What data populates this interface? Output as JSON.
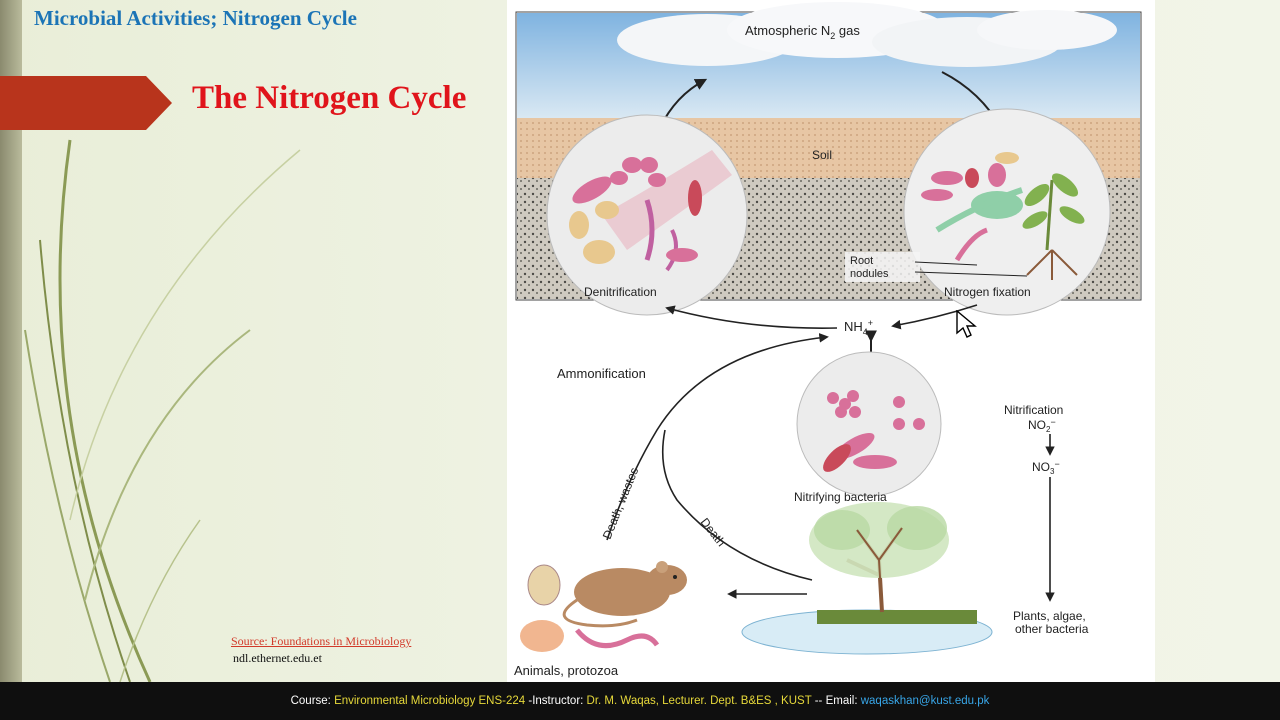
{
  "slide": {
    "header_title": "Microbial Activities; Nitrogen Cycle",
    "title": "The Nitrogen Cycle",
    "source_link": "Source: Foundations in Microbiology",
    "source_site": "ndl.ethernet.edu.et"
  },
  "diagram": {
    "atmosphere_label": "Atmospheric N",
    "atmosphere_sub": "2",
    "atmosphere_suffix": " gas",
    "soil_label": "Soil",
    "denitrification_label": "Denitrification",
    "nitrogen_fixation_label": "Nitrogen fixation",
    "root_label": "Root",
    "nodules_label": "nodules",
    "ammonium": "NH",
    "ammonium_sub": "4",
    "ammonium_sup": "+",
    "ammonification_label": "Ammonification",
    "nitrifying_label": "Nitrifying bacteria",
    "nitrification_label": "Nitrification",
    "nitrite": "NO",
    "nitrite_sub": "2",
    "nitrite_sup": "−",
    "nitrate": "NO",
    "nitrate_sub": "3",
    "nitrate_sup": "−",
    "death_wastes_label": "Death, wastes",
    "death_label": "Death",
    "animals_label": "Animals, protozoa",
    "plants_line1": "Plants, algae,",
    "plants_line2": "other bacteria"
  },
  "footer": {
    "course_prefix": "Course: ",
    "course_name": "Environmental Microbiology ENS-224",
    "instructor_prefix": " -Instructor: ",
    "instructor": "Dr. M. Waqas, Lecturer. Dept. B&ES , KUST",
    "email_prefix": " -- Email: ",
    "email": "waqaskhan@kust.edu.pk"
  },
  "colors": {
    "header_blue": "#1b74b6",
    "title_red": "#e0141b",
    "arrow_red": "#b8341c",
    "bacteria_pink": "#d8709a"
  }
}
